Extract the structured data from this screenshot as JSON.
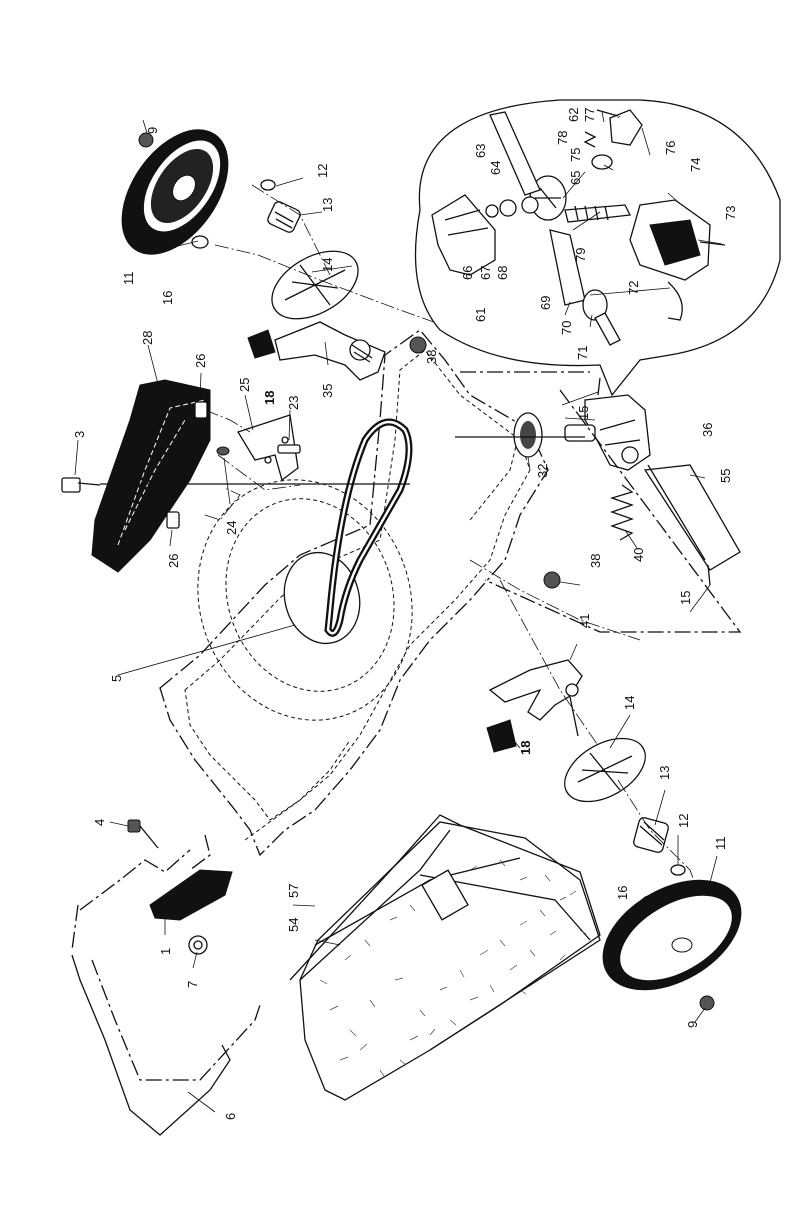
{
  "diagram": {
    "callouts": [
      {
        "id": "c9-top",
        "text": "9",
        "bold": false
      },
      {
        "id": "c12-top",
        "text": "12",
        "bold": false
      },
      {
        "id": "c13-top",
        "text": "13",
        "bold": false
      },
      {
        "id": "c11-top",
        "text": "11",
        "bold": false
      },
      {
        "id": "c16-top",
        "text": "16",
        "bold": false
      },
      {
        "id": "c14-top",
        "text": "14",
        "bold": false
      },
      {
        "id": "c28",
        "text": "28",
        "bold": false
      },
      {
        "id": "c26-a",
        "text": "26",
        "bold": false
      },
      {
        "id": "c25",
        "text": "25",
        "bold": false
      },
      {
        "id": "c18-top",
        "text": "18",
        "bold": true
      },
      {
        "id": "c23",
        "text": "23",
        "bold": false
      },
      {
        "id": "c35",
        "text": "35",
        "bold": false
      },
      {
        "id": "c38-top",
        "text": "38",
        "bold": false
      },
      {
        "id": "c3",
        "text": "3",
        "bold": false
      },
      {
        "id": "c24",
        "text": "24",
        "bold": false
      },
      {
        "id": "c26-b",
        "text": "26",
        "bold": false
      },
      {
        "id": "c5",
        "text": "5",
        "bold": false
      },
      {
        "id": "c77",
        "text": "77",
        "bold": false
      },
      {
        "id": "c62",
        "text": "62",
        "bold": false
      },
      {
        "id": "c63",
        "text": "63",
        "bold": false
      },
      {
        "id": "c78",
        "text": "78",
        "bold": false
      },
      {
        "id": "c76",
        "text": "76",
        "bold": false
      },
      {
        "id": "c64",
        "text": "64",
        "bold": false
      },
      {
        "id": "c75",
        "text": "75",
        "bold": false
      },
      {
        "id": "c65",
        "text": "65",
        "bold": false
      },
      {
        "id": "c74",
        "text": "74",
        "bold": false
      },
      {
        "id": "c73",
        "text": "73",
        "bold": false
      },
      {
        "id": "c66",
        "text": "66",
        "bold": false
      },
      {
        "id": "c67",
        "text": "67",
        "bold": false
      },
      {
        "id": "c68",
        "text": "68",
        "bold": false
      },
      {
        "id": "c79",
        "text": "79",
        "bold": false
      },
      {
        "id": "c61",
        "text": "61",
        "bold": false
      },
      {
        "id": "c69",
        "text": "69",
        "bold": false
      },
      {
        "id": "c72",
        "text": "72",
        "bold": false
      },
      {
        "id": "c70",
        "text": "70",
        "bold": false
      },
      {
        "id": "c71",
        "text": "71",
        "bold": false
      },
      {
        "id": "c15-top",
        "text": "15",
        "bold": false
      },
      {
        "id": "c36",
        "text": "36",
        "bold": false
      },
      {
        "id": "c32",
        "text": "32",
        "bold": false
      },
      {
        "id": "c55",
        "text": "55",
        "bold": false
      },
      {
        "id": "c40",
        "text": "40",
        "bold": false
      },
      {
        "id": "c38-bot",
        "text": "38",
        "bold": false
      },
      {
        "id": "c15-bot",
        "text": "15",
        "bold": false
      },
      {
        "id": "c41",
        "text": "41",
        "bold": false
      },
      {
        "id": "c14-bot",
        "text": "14",
        "bold": false
      },
      {
        "id": "c18-bot",
        "text": "18",
        "bold": true
      },
      {
        "id": "c13-bot",
        "text": "13",
        "bold": false
      },
      {
        "id": "c12-bot",
        "text": "12",
        "bold": false
      },
      {
        "id": "c11-bot",
        "text": "11",
        "bold": false
      },
      {
        "id": "c16-bot",
        "text": "16",
        "bold": false
      },
      {
        "id": "c9-bot",
        "text": "9",
        "bold": false
      },
      {
        "id": "c4",
        "text": "4",
        "bold": false
      },
      {
        "id": "c57",
        "text": "57",
        "bold": false
      },
      {
        "id": "c54",
        "text": "54",
        "bold": false
      },
      {
        "id": "c1",
        "text": "1",
        "bold": false
      },
      {
        "id": "c7",
        "text": "7",
        "bold": false
      },
      {
        "id": "c6",
        "text": "6",
        "bold": false
      }
    ]
  }
}
